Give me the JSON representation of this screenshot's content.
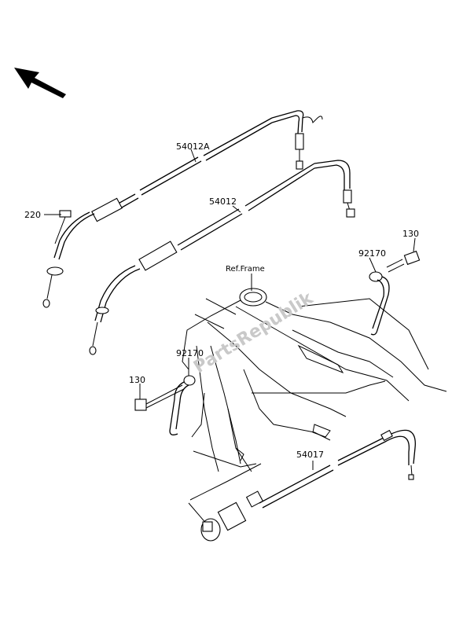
{
  "labels": {
    "part_54012A": "54012A",
    "part_54012": "54012",
    "part_220": "220",
    "part_130_top": "130",
    "part_92170_top": "92170",
    "part_92170_left": "92170",
    "part_130_left": "130",
    "part_54017": "54017",
    "ref_frame": "Ref.Frame"
  },
  "watermark": "PartsRepublik",
  "icons": {
    "direction": "front-direction-arrow-icon"
  }
}
